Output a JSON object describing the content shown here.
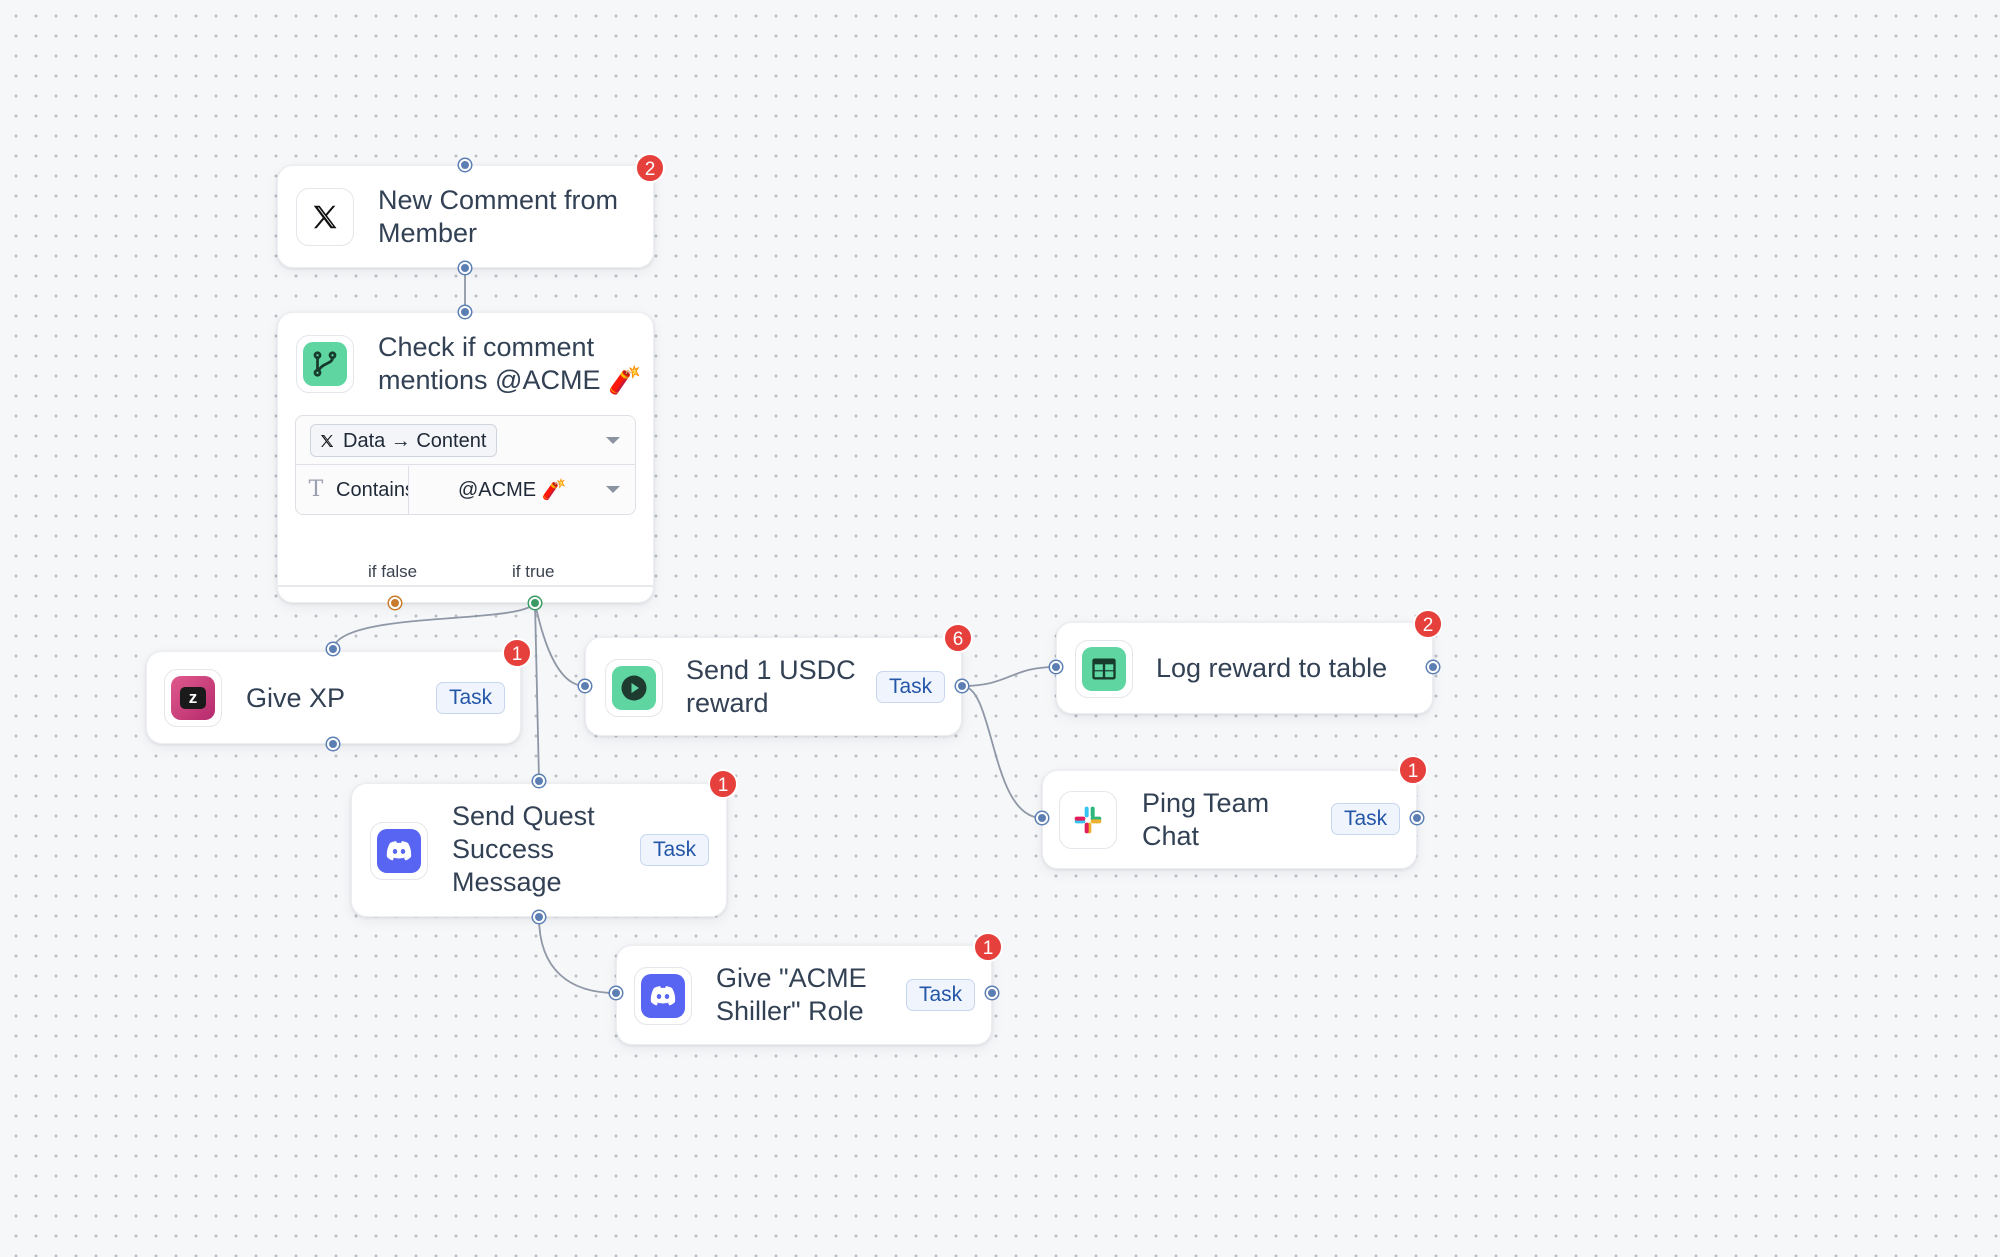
{
  "nodes": {
    "trigger": {
      "title_line1": "New Comment from",
      "title_line2": "Member",
      "badge": "2",
      "icon": "x-logo-icon"
    },
    "condition": {
      "title_line1": "Check if comment",
      "title_line2": "mentions @ACME 🧨",
      "field_label": "Data → Content",
      "operator_label": "Contains",
      "value_label": "@ACME 🧨",
      "if_false_label": "if false",
      "if_true_label": "if true",
      "icon": "branch-icon"
    },
    "give_xp": {
      "title": "Give XP",
      "tag": "Task",
      "badge": "1",
      "icon": "zealy-icon"
    },
    "send_usdc": {
      "title_line1": "Send 1 USDC",
      "title_line2": "reward",
      "tag": "Task",
      "badge": "6",
      "icon": "play-icon"
    },
    "log_reward": {
      "title": "Log reward to table",
      "badge": "2",
      "icon": "table-icon"
    },
    "ping_team": {
      "title_line1": "Ping Team",
      "title_line2": "Chat",
      "tag": "Task",
      "badge": "1",
      "icon": "slack-icon"
    },
    "quest_msg": {
      "title_line1": "Send Quest",
      "title_line2": "Success",
      "title_line3": "Message",
      "tag": "Task",
      "badge": "1",
      "icon": "discord-icon"
    },
    "give_role": {
      "title_line1": "Give \"ACME",
      "title_line2": "Shiller\" Role",
      "tag": "Task",
      "badge": "1",
      "icon": "discord-icon"
    }
  },
  "colors": {
    "badge": "#e5403c",
    "task_text": "#2456a8",
    "handle": "#5b7fb3",
    "edge": "#8f98a6",
    "discord": "#5865f2",
    "condition_green": "#5fd6a2"
  }
}
